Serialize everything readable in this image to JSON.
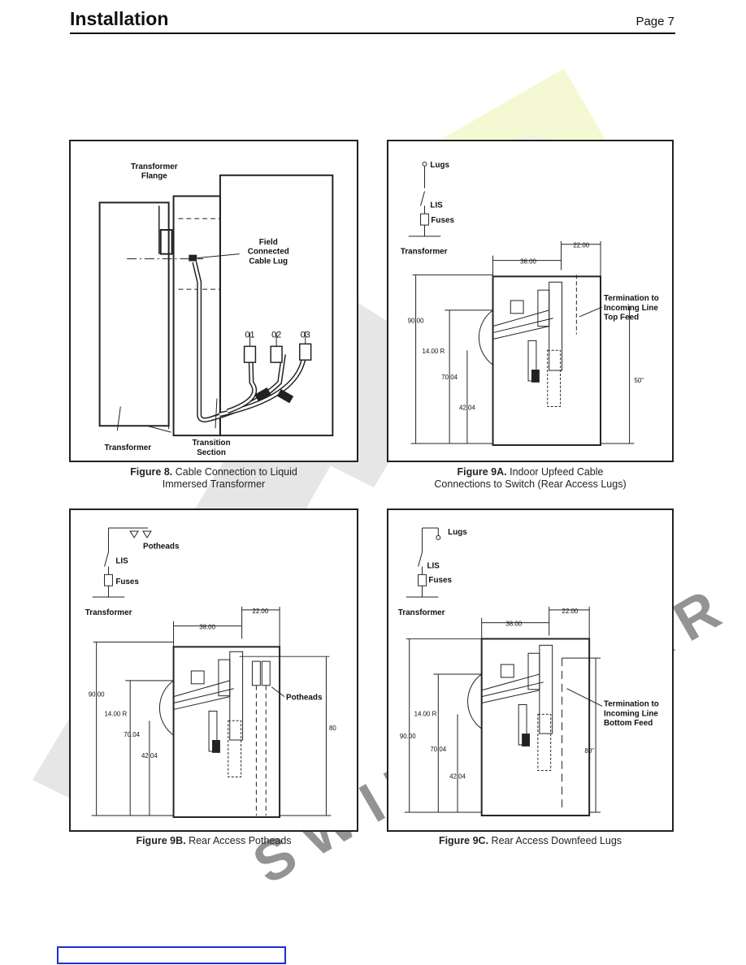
{
  "header": {
    "title": "Installation",
    "page": "Page 7"
  },
  "colors": {
    "watermark_gray": "#c8c8c8",
    "watermark_yellow": "#eef5b0",
    "footer_border": "#1a2fd0"
  },
  "fig8": {
    "caption_num": "Figure 8.",
    "caption_text": "Cable Connection to Liquid",
    "caption_line2": "Immersed Transformer",
    "labels": {
      "flange": "Transformer",
      "flange2": "Flange",
      "lug1": "Field",
      "lug2": "Connected",
      "lug3": "Cable Lug",
      "p1": "01",
      "p2": "02",
      "p3": "03",
      "transformer": "Transformer",
      "transition1": "Transition",
      "transition2": "Section"
    }
  },
  "fig9a": {
    "caption_num": "Figure 9A.",
    "caption_text": "Indoor Upfeed Cable",
    "caption_line2": "Connections to Switch (Rear Access Lugs)",
    "labels": {
      "lugs": "Lugs",
      "lis": "LIS",
      "fuses": "Fuses",
      "transformer": "Transformer",
      "d22": "22.00",
      "d38": "38.00",
      "d90": "90.00",
      "d14": "14.00 R",
      "d70": "70.04",
      "d42": "42.04",
      "d50": "50\"",
      "term1": "Termination to",
      "term2": "Incoming Line",
      "term3": "Top Feed"
    }
  },
  "fig9b": {
    "caption_num": "Figure 9B.",
    "caption_text": "Rear Access Potheads",
    "labels": {
      "potheads_top": "Potheads",
      "lis": "LIS",
      "fuses": "Fuses",
      "transformer": "Transformer",
      "d22": "22.00",
      "d38": "38.00",
      "d90": "90.00",
      "d14": "14.00 R",
      "d70": "70.04",
      "d42": "42.04",
      "d80": "80",
      "potheads": "Potheads"
    }
  },
  "fig9c": {
    "caption_num": "Figure 9C.",
    "caption_text": "Rear Access Downfeed Lugs",
    "labels": {
      "lugs": "Lugs",
      "lis": "LIS",
      "fuses": "Fuses",
      "transformer": "Transformer",
      "d22": "22.00",
      "d38": "38.00",
      "d90": "90.00",
      "d14": "14.00 R",
      "d70": "70.04",
      "d42": "42.04",
      "d80": "80\"",
      "term1": "Termination to",
      "term2": "Incoming Line",
      "term3": "Bottom Feed"
    }
  }
}
